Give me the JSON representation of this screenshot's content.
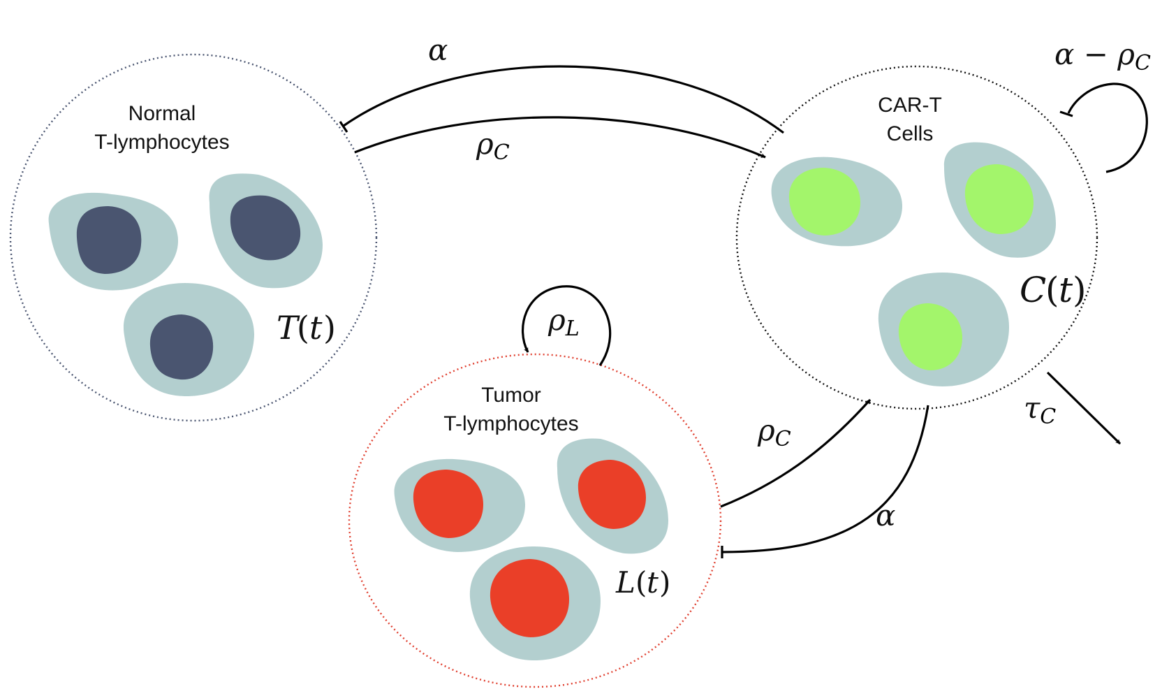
{
  "colors": {
    "cell_body": "#b3cfcf",
    "normal_nucleus": "#4a5570",
    "cart_nucleus": "#a3f56b",
    "tumor_nucleus": "#ea3f28",
    "normal_border": "#4a5570",
    "cart_border": "#111111",
    "tumor_border": "#e04030"
  },
  "nodes": {
    "normal": {
      "line1": "Normal",
      "line2": "T-lymphocytes",
      "var_fn": "T",
      "var_arg": "t"
    },
    "cart": {
      "line1": "CAR-T",
      "line2": "Cells",
      "var_fn": "C",
      "var_arg": "t"
    },
    "tumor": {
      "line1": "Tumor",
      "line2": "T-lymphocytes",
      "var_fn": "L",
      "var_arg": "t"
    }
  },
  "edges": {
    "alpha_top": {
      "sym": "α"
    },
    "rho_top": {
      "sym": "ρ",
      "sub": "C"
    },
    "self_cart": {
      "sym": "α − ρ",
      "sub": "C"
    },
    "self_tumor": {
      "sym": "ρ",
      "sub": "L"
    },
    "rho_bottom": {
      "sym": "ρ",
      "sub": "C"
    },
    "alpha_bottom": {
      "sym": "α"
    },
    "tau": {
      "sym": "τ",
      "sub": "C"
    }
  }
}
